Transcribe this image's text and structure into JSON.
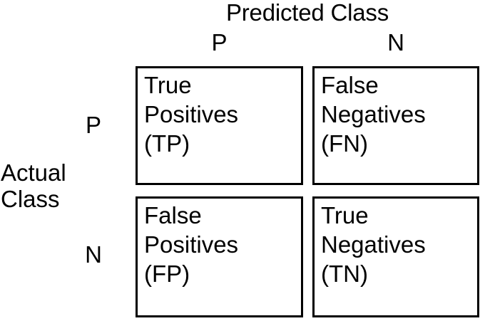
{
  "diagram": {
    "type": "confusion-matrix",
    "background_color": "#ffffff",
    "line_color": "#000000",
    "text_color": "#000000",
    "column_axis_title": "Predicted Class",
    "row_axis_title_line1": "Actual",
    "row_axis_title_line2": "Class",
    "column_headers": [
      {
        "key": "positive",
        "label": "P"
      },
      {
        "key": "negative",
        "label": "N"
      }
    ],
    "row_headers": [
      {
        "key": "positive",
        "label": "P"
      },
      {
        "key": "negative",
        "label": "N"
      }
    ],
    "cells": [
      {
        "key": "true-positives",
        "actual": "P",
        "predicted": "P",
        "line1": "True",
        "line2": "Positives",
        "line3": "(TP)",
        "abbreviation": "TP"
      },
      {
        "key": "false-negatives",
        "actual": "P",
        "predicted": "N",
        "line1": "False",
        "line2": "Negatives",
        "line3": "(FN)",
        "abbreviation": "FN"
      },
      {
        "key": "false-positives",
        "actual": "N",
        "predicted": "P",
        "line1": "False",
        "line2": "Positives",
        "line3": "(FP)",
        "abbreviation": "FP"
      },
      {
        "key": "true-negatives",
        "actual": "N",
        "predicted": "N",
        "line1": "True",
        "line2": "Negatives",
        "line3": "(TN)",
        "abbreviation": "TN"
      }
    ]
  }
}
